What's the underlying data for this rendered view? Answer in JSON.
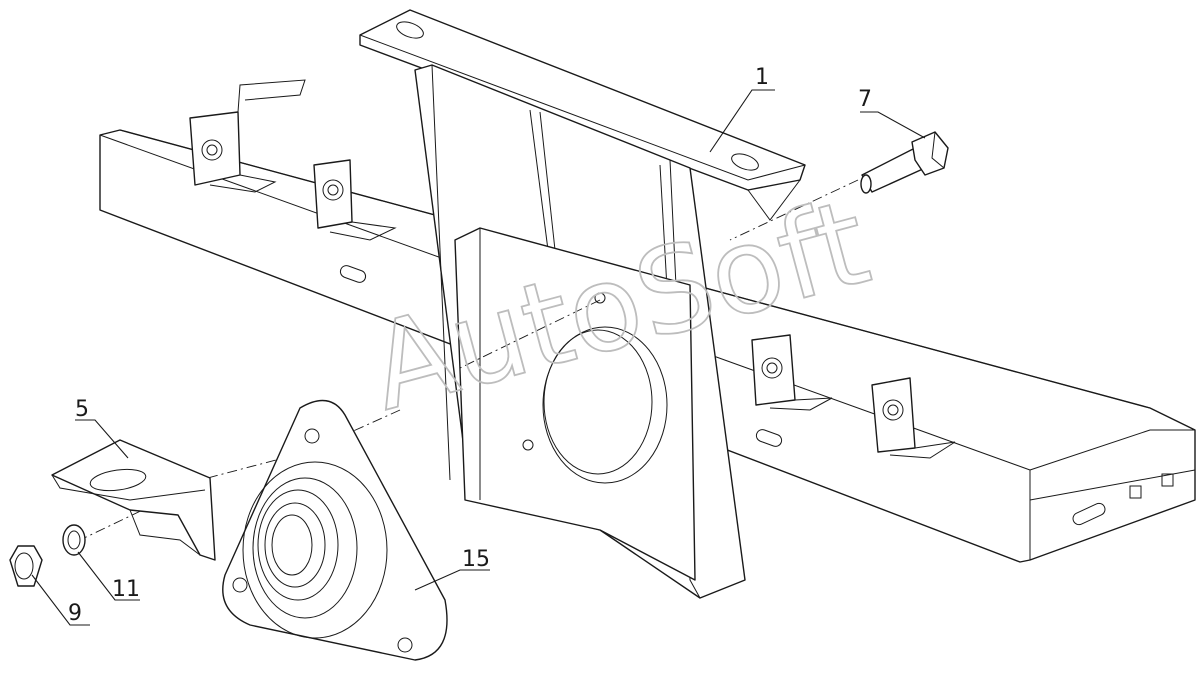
{
  "diagram": {
    "watermark": "AutoSoft",
    "callouts": [
      {
        "id": "callout-1",
        "label": "1"
      },
      {
        "id": "callout-5",
        "label": "5"
      },
      {
        "id": "callout-7",
        "label": "7"
      },
      {
        "id": "callout-9",
        "label": "9"
      },
      {
        "id": "callout-11",
        "label": "11"
      },
      {
        "id": "callout-15",
        "label": "15"
      }
    ]
  }
}
